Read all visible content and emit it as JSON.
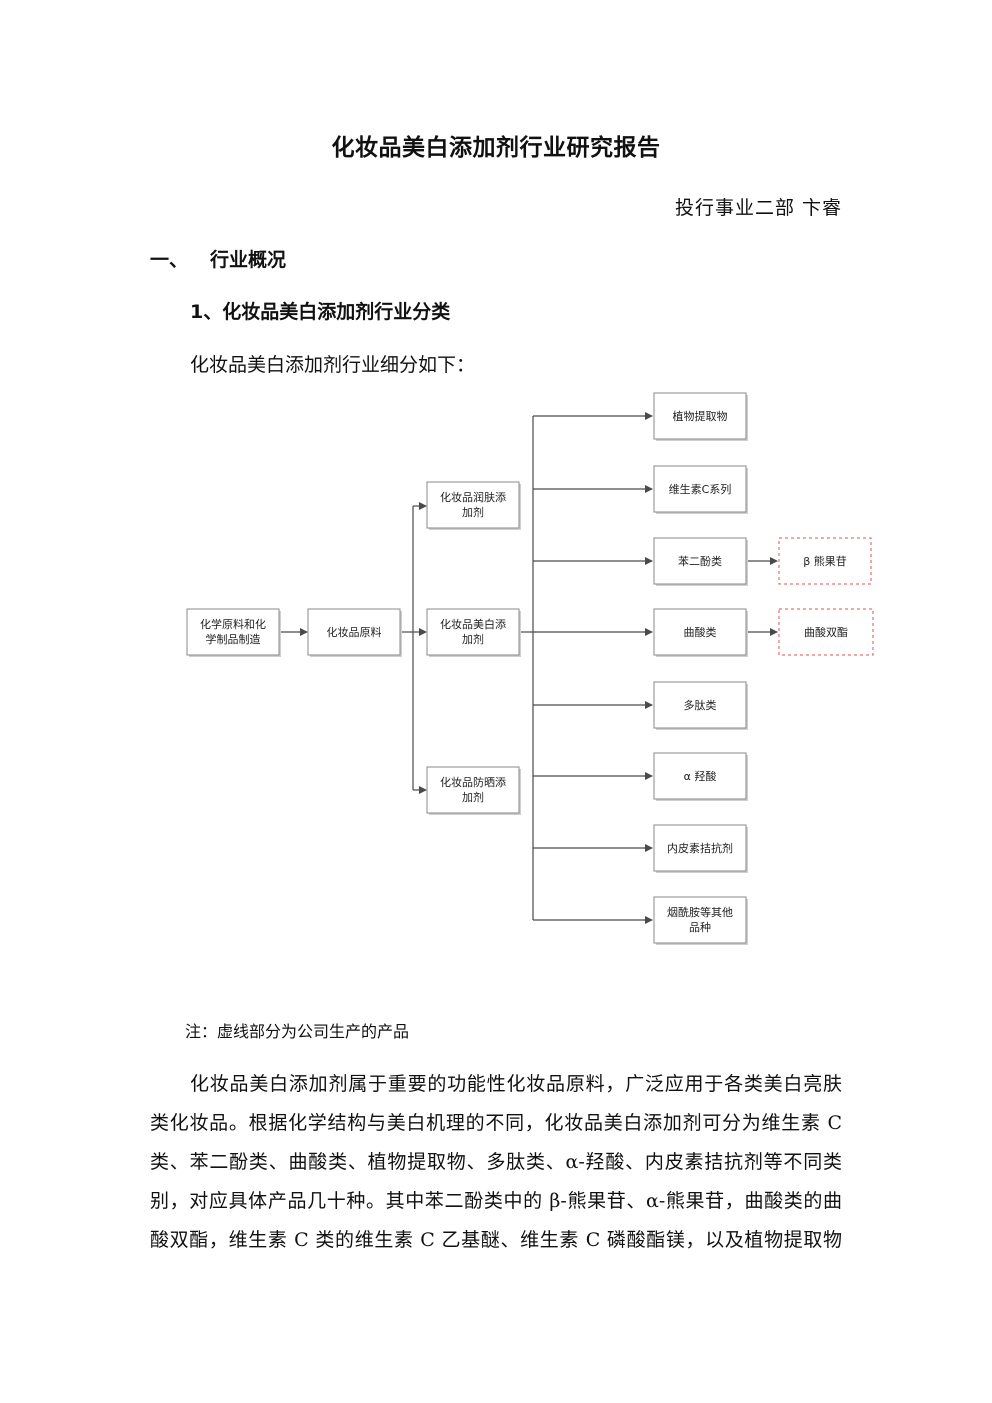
{
  "title": "化妆品美白添加剂行业研究报告",
  "author": "投行事业二部  卞睿",
  "section1": {
    "number": "一、",
    "heading": "行业概况"
  },
  "subsection1": {
    "heading": "1、化妆品美白添加剂行业分类"
  },
  "lead": "化妆品美白添加剂行业细分如下：",
  "diagram": {
    "nodes": {
      "raw_chem": [
        "化学原料和化",
        "学制品制造"
      ],
      "cosmetic_raw": [
        "化妆品原料"
      ],
      "moisturizing": [
        "化妆品润肤添",
        "加剂"
      ],
      "whitening": [
        "化妆品美白添",
        "加剂"
      ],
      "sunscreen": [
        "化妆品防晒添",
        "加剂"
      ],
      "plant": [
        "植物提取物"
      ],
      "vitc": [
        "维生素C系列"
      ],
      "hydroquinone": [
        "苯二酚类"
      ],
      "kojic": [
        "曲酸类"
      ],
      "peptide": [
        "多肽类"
      ],
      "aha": [
        "α 羟酸"
      ],
      "endothelin": [
        "内皮素拮抗剂"
      ],
      "niacinamide": [
        "烟酰胺等其他",
        "品种"
      ],
      "arbutin": [
        "β 熊果苷"
      ],
      "kojic_ester": [
        "曲酸双酯"
      ]
    }
  },
  "note": "注：虚线部分为公司生产的产品",
  "paragraph": [
    "化妆品美白添加剂属于重要的功能性化妆品原料，广泛应用于各类美白亮肤",
    "类化妆品。根据化学结构与美白机理的不同，化妆品美白添加剂可分为维生素 C",
    "类、苯二酚类、曲酸类、植物提取物、多肽类、α-羟酸、内皮素拮抗剂等不同类",
    "别，对应具体产品几十种。其中苯二酚类中的 β-熊果苷、α-熊果苷，曲酸类的曲",
    "酸双酯，维生素 C 类的维生素 C 乙基醚、维生素 C 磷酸酯镁，以及植物提取物"
  ]
}
